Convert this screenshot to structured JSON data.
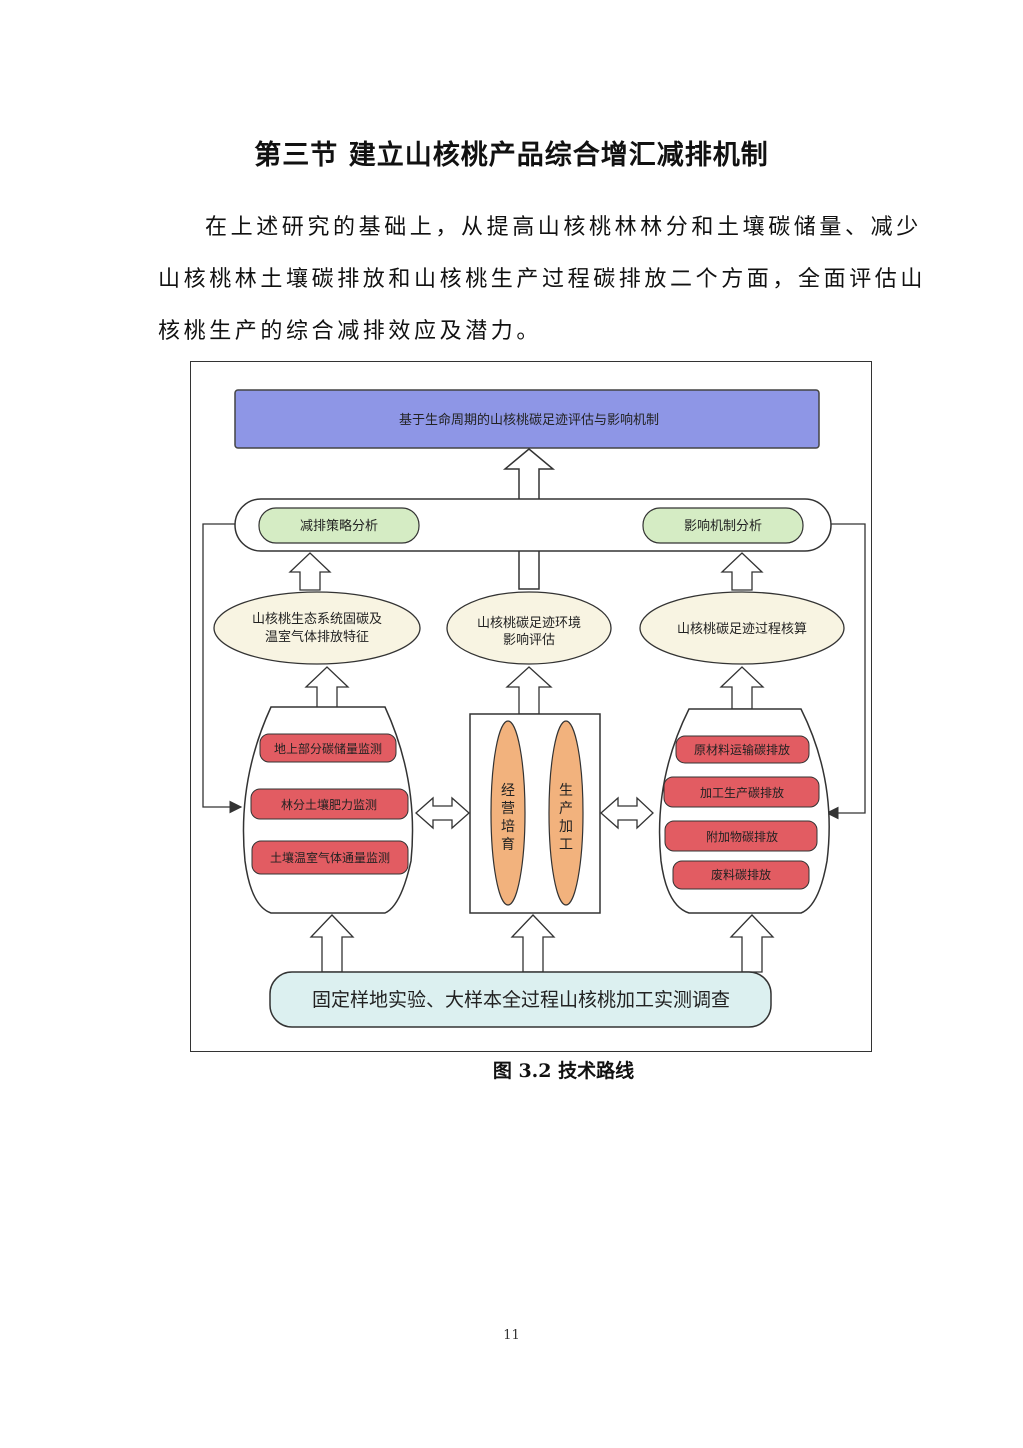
{
  "section_title": "第三节  建立山核桃产品综合增汇减排机制",
  "paragraph_lines": [
    "在上述研究的基础上，从提高山核桃林林分和土壤碳储量、减少",
    "山核桃林土壤碳排放和山核桃生产过程碳排放二个方面，全面评估山",
    "核桃生产的综合减排效应及潜力。"
  ],
  "figure": {
    "top_box": "基于生命周期的山核桃碳足迹评估与影响机制",
    "analysis_left": "减排策略分析",
    "analysis_right": "影响机制分析",
    "ellipse_left_line1": "山核桃生态系统固碳及",
    "ellipse_left_line2": "温室气体排放特征",
    "ellipse_mid_line1": "山核桃碳足迹环境",
    "ellipse_mid_line2": "影响评估",
    "ellipse_right": "山核桃碳足迹过程核算",
    "left_items": [
      "地上部分碳储量监测",
      "林分土壤肥力监测",
      "土壤温室气体通量监测"
    ],
    "center_left_chars": [
      "经",
      "营",
      "培",
      "育"
    ],
    "center_right_chars": [
      "生",
      "产",
      "加",
      "工"
    ],
    "right_items": [
      "原材料运输碳排放",
      "加工生产碳排放",
      "附加物碳排放",
      "废料碳排放"
    ],
    "bottom_box": "固定样地实验、大样本全过程山核桃加工实测调查",
    "colors": {
      "top_fill": "#8e96e6",
      "green_fill": "#d5ecc4",
      "cream_fill": "#f8f4e2",
      "red_fill": "#e25c62",
      "orange_fill": "#f2b27d",
      "cyan_fill": "#dcf0f0"
    }
  },
  "caption": "图 3.2  技术路线",
  "page_number": "11"
}
